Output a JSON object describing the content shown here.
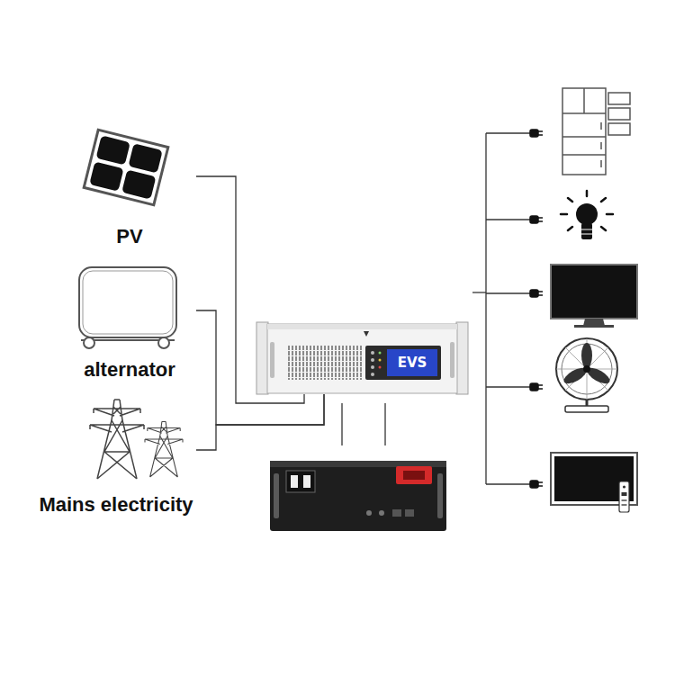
{
  "diagram": {
    "nodes": [
      {
        "text": [
          "PV"
        ]
      },
      {
        "text": [
          "alternator"
        ]
      },
      {
        "text": [
          "Mains electricity"
        ]
      },
      {
        "text": [
          "EVS"
        ]
      }
    ],
    "edges": [
      {
        "from": 0,
        "to": 3,
        "arrow": "none"
      },
      {
        "from": 1,
        "to": 3,
        "arrow": "none"
      },
      {
        "from": 2,
        "to": 3,
        "arrow": "none"
      }
    ]
  }
}
